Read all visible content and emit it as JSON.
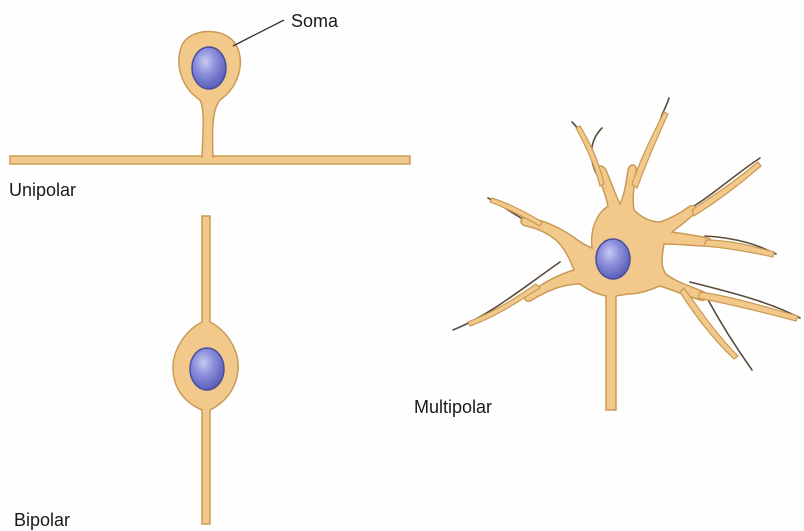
{
  "labels": {
    "soma": "Soma",
    "unipolar": "Unipolar",
    "bipolar": "Bipolar",
    "multipolar": "Multipolar"
  },
  "colors": {
    "cell_fill": "#f2c98a",
    "cell_outline": "#c99a55",
    "nucleus_fill": "#7b7fd0",
    "nucleus_outline": "#4a4e9e",
    "dendrite_tip": "#5a4a3a",
    "pointer_line": "#333333"
  },
  "neuron_types": [
    "Unipolar",
    "Bipolar",
    "Multipolar"
  ]
}
